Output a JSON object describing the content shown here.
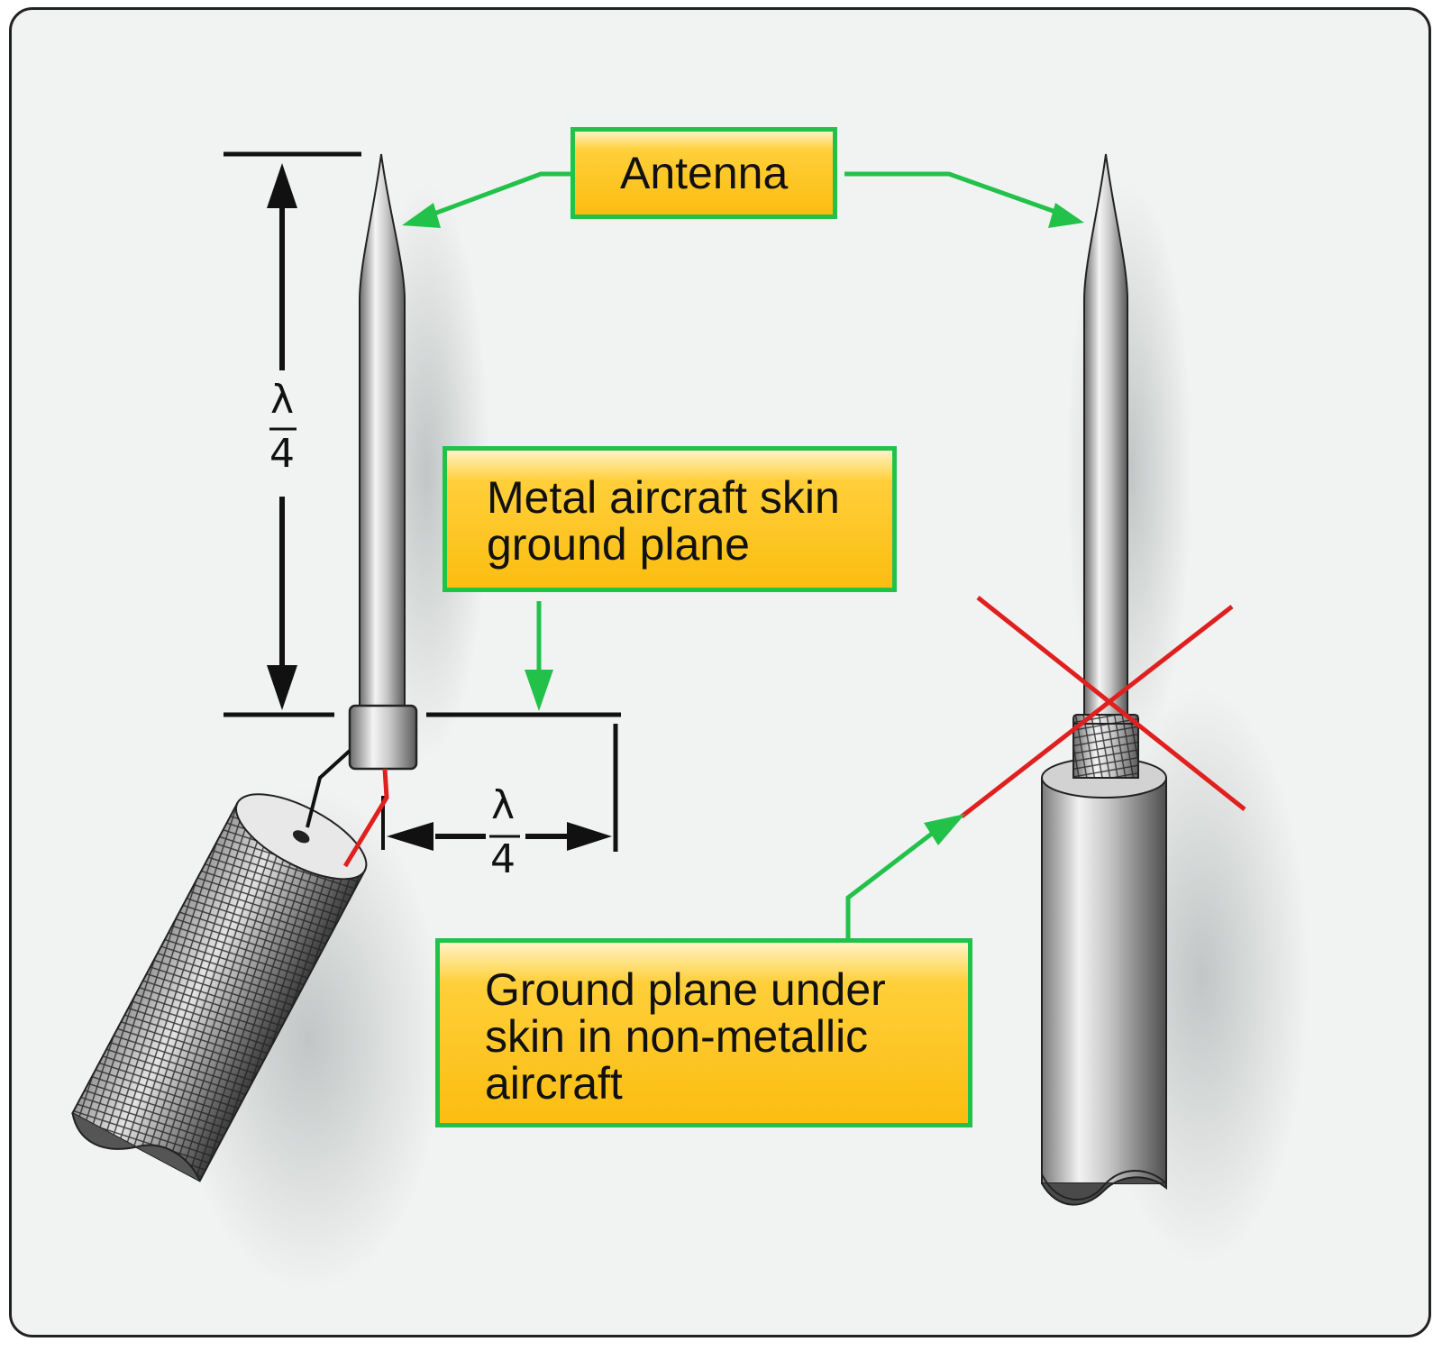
{
  "labels": {
    "antenna": "Antenna",
    "metal_skin": [
      "Metal aircraft skin",
      "ground plane"
    ],
    "ground_plane_under": [
      "Ground plane under",
      "skin in non-metallic",
      "aircraft"
    ]
  },
  "dimensions": {
    "vertical": {
      "numerator": "λ",
      "denominator": "4"
    },
    "horizontal": {
      "numerator": "λ",
      "denominator": "4"
    }
  },
  "colors": {
    "background": "#f1f3f2",
    "callout_border": "#22c24a",
    "callout_fill": "#fbbd10",
    "leader": "#22c24a",
    "cross_out": "#e0201f",
    "feed_wire": "#e0201f"
  }
}
